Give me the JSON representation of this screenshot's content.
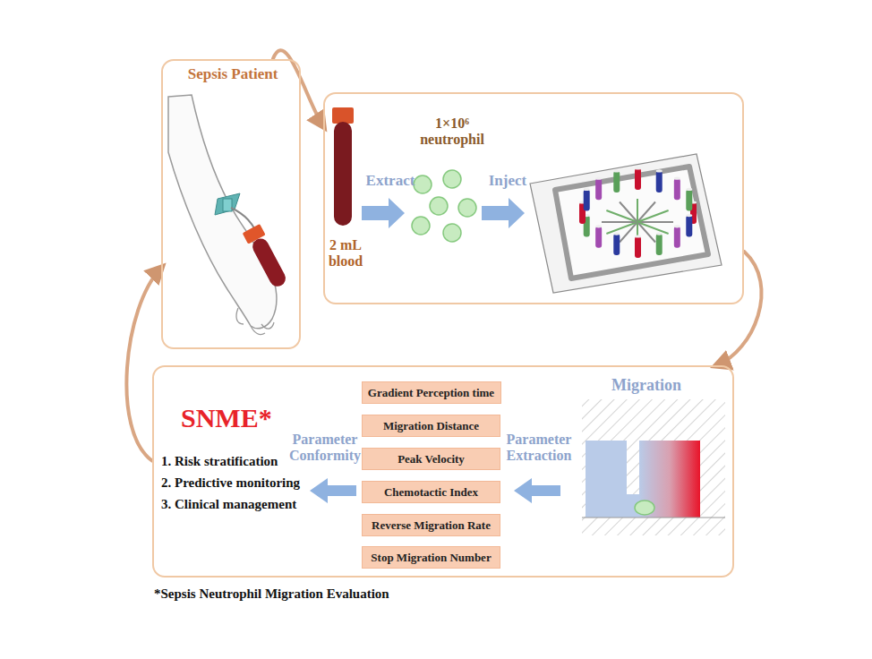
{
  "diagram": {
    "nodes": [
      {
        "text": [
          "Sepsis Patient"
        ]
      },
      {
        "text": [
          "1×10⁶ neutrophil",
          "Extract",
          "Inject",
          "2 mL blood"
        ]
      },
      {
        "text": [
          "SNME*",
          "1. Risk stratification",
          "2. Predictive monitoring",
          "3. Clinical management",
          "Parameter Conformity",
          "Parameter Extraction",
          "Migration"
        ]
      },
      {
        "text": [
          "Gradient Perception time"
        ],
        "in": 2
      },
      {
        "text": [
          "Migration Distance"
        ],
        "in": 2
      },
      {
        "text": [
          "Peak Velocity"
        ],
        "in": 2
      },
      {
        "text": [
          "Chemotactic Index"
        ],
        "in": 2
      },
      {
        "text": [
          "Reverse Migration Rate"
        ],
        "in": 2
      },
      {
        "text": [
          "Stop Migration Number"
        ],
        "in": 2
      }
    ],
    "edges": [
      {
        "from": 0,
        "to": 1,
        "arrow": "to"
      },
      {
        "from": 1,
        "to": 2,
        "arrow": "to"
      },
      {
        "from": 2,
        "to": 0,
        "arrow": "to"
      }
    ],
    "labels": [
      "*Sepsis Neutrophil Migration Evaluation"
    ]
  }
}
